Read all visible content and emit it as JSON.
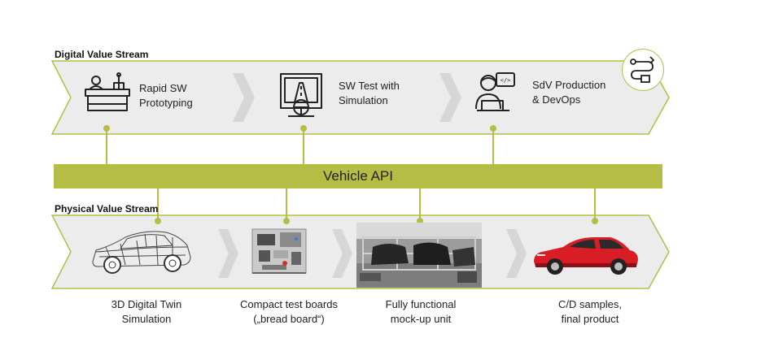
{
  "digital_stream": {
    "title": "Digital Value Stream",
    "steps": [
      {
        "line1": "Rapid SW",
        "line2": "Prototyping",
        "icon": "prototyping-desk-icon"
      },
      {
        "line1": "SW Test with",
        "line2": "Simulation",
        "icon": "driving-simulator-icon"
      },
      {
        "line1": "SdV Production",
        "line2": "& DevOps",
        "icon": "developer-laptop-icon"
      }
    ],
    "corner_icon": "workflow-icon"
  },
  "api_bar": {
    "label": "Vehicle API"
  },
  "physical_stream": {
    "title": "Physical Value Stream",
    "steps": [
      {
        "line1": "3D Digital Twin",
        "line2": "Simulation",
        "image": "wireframe-car-image"
      },
      {
        "line1": "Compact test boards",
        "line2": "(„bread board“)",
        "image": "test-board-image"
      },
      {
        "line1": "Fully functional",
        "line2": "mock-up unit",
        "image": "mockup-unit-image"
      },
      {
        "line1": "C/D samples,",
        "line2": "final product",
        "image": "red-car-image"
      }
    ]
  },
  "colors": {
    "accent_green": "#b5bd45",
    "accent_green_dark": "#9aa437",
    "band_gray": "#ececec",
    "chevron_gray": "#d6d6d6",
    "red_car": "#d91d25"
  }
}
